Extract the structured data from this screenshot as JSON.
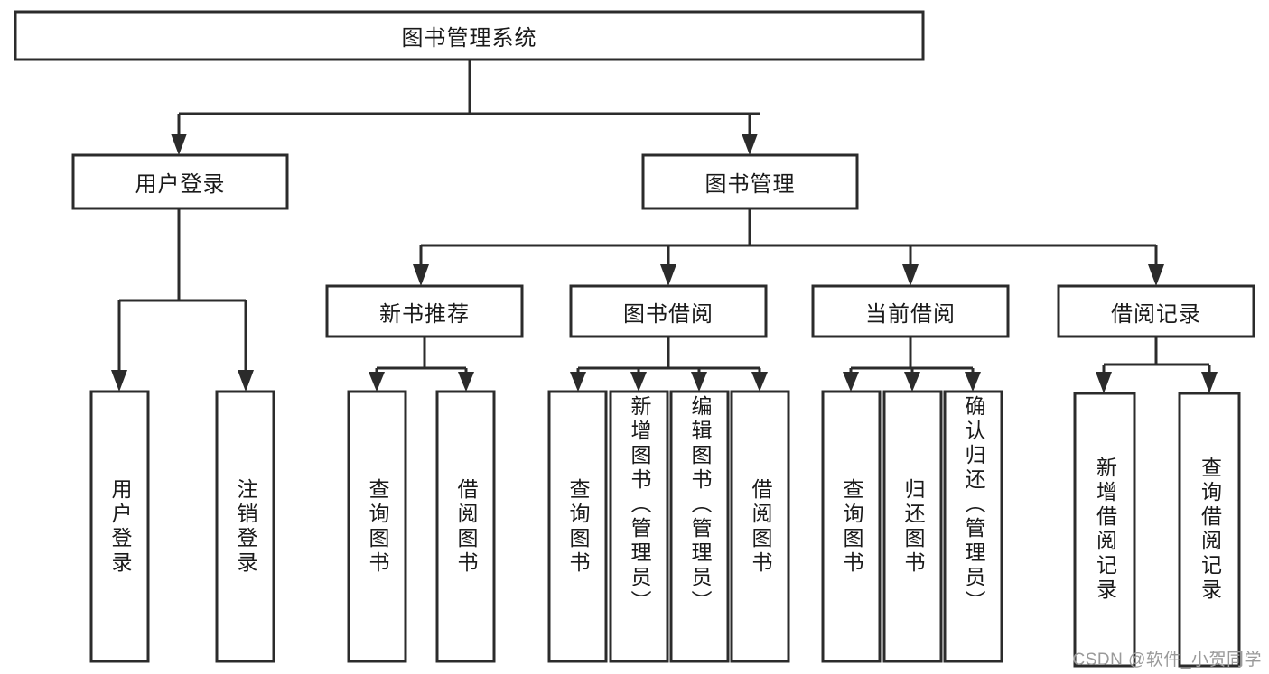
{
  "diagram": {
    "type": "hierarchy-tree",
    "title": "图书管理系统",
    "watermark": "CSDN @软件_小贺同学",
    "colors": {
      "box_stroke": "#2b2b2b",
      "box_fill": "#ffffff",
      "text": "#1a1a1a",
      "background": "#ffffff",
      "watermark": "#9a9a9a"
    },
    "nodes": {
      "root": {
        "label": "图书管理系统"
      },
      "level2": [
        {
          "id": "user-login",
          "label": "用户登录"
        },
        {
          "id": "book-manage",
          "label": "图书管理"
        }
      ],
      "level3": [
        {
          "id": "new-book-recommend",
          "label": "新书推荐"
        },
        {
          "id": "book-borrow",
          "label": "图书借阅"
        },
        {
          "id": "current-borrow",
          "label": "当前借阅"
        },
        {
          "id": "borrow-record",
          "label": "借阅记录"
        }
      ],
      "leaves": {
        "user-login": [
          {
            "id": "leaf-user-login",
            "label": "用户登录"
          },
          {
            "id": "leaf-logout",
            "label": "注销登录"
          }
        ],
        "new-book-recommend": [
          {
            "id": "leaf-query-book-1",
            "label": "查询图书"
          },
          {
            "id": "leaf-borrow-book-1",
            "label": "借阅图书"
          }
        ],
        "book-borrow": [
          {
            "id": "leaf-query-book-2",
            "label": "查询图书"
          },
          {
            "id": "leaf-add-book",
            "label": "新增图书（管理员）"
          },
          {
            "id": "leaf-edit-book",
            "label": "编辑图书（管理员）"
          },
          {
            "id": "leaf-borrow-book-2",
            "label": "借阅图书"
          }
        ],
        "current-borrow": [
          {
            "id": "leaf-query-book-3",
            "label": "查询图书"
          },
          {
            "id": "leaf-return-book",
            "label": "归还图书"
          },
          {
            "id": "leaf-confirm-return",
            "label": "确认归还（管理员）"
          }
        ],
        "borrow-record": [
          {
            "id": "leaf-add-record",
            "label": "新增借阅记录"
          },
          {
            "id": "leaf-query-record",
            "label": "查询借阅记录"
          }
        ]
      }
    }
  }
}
